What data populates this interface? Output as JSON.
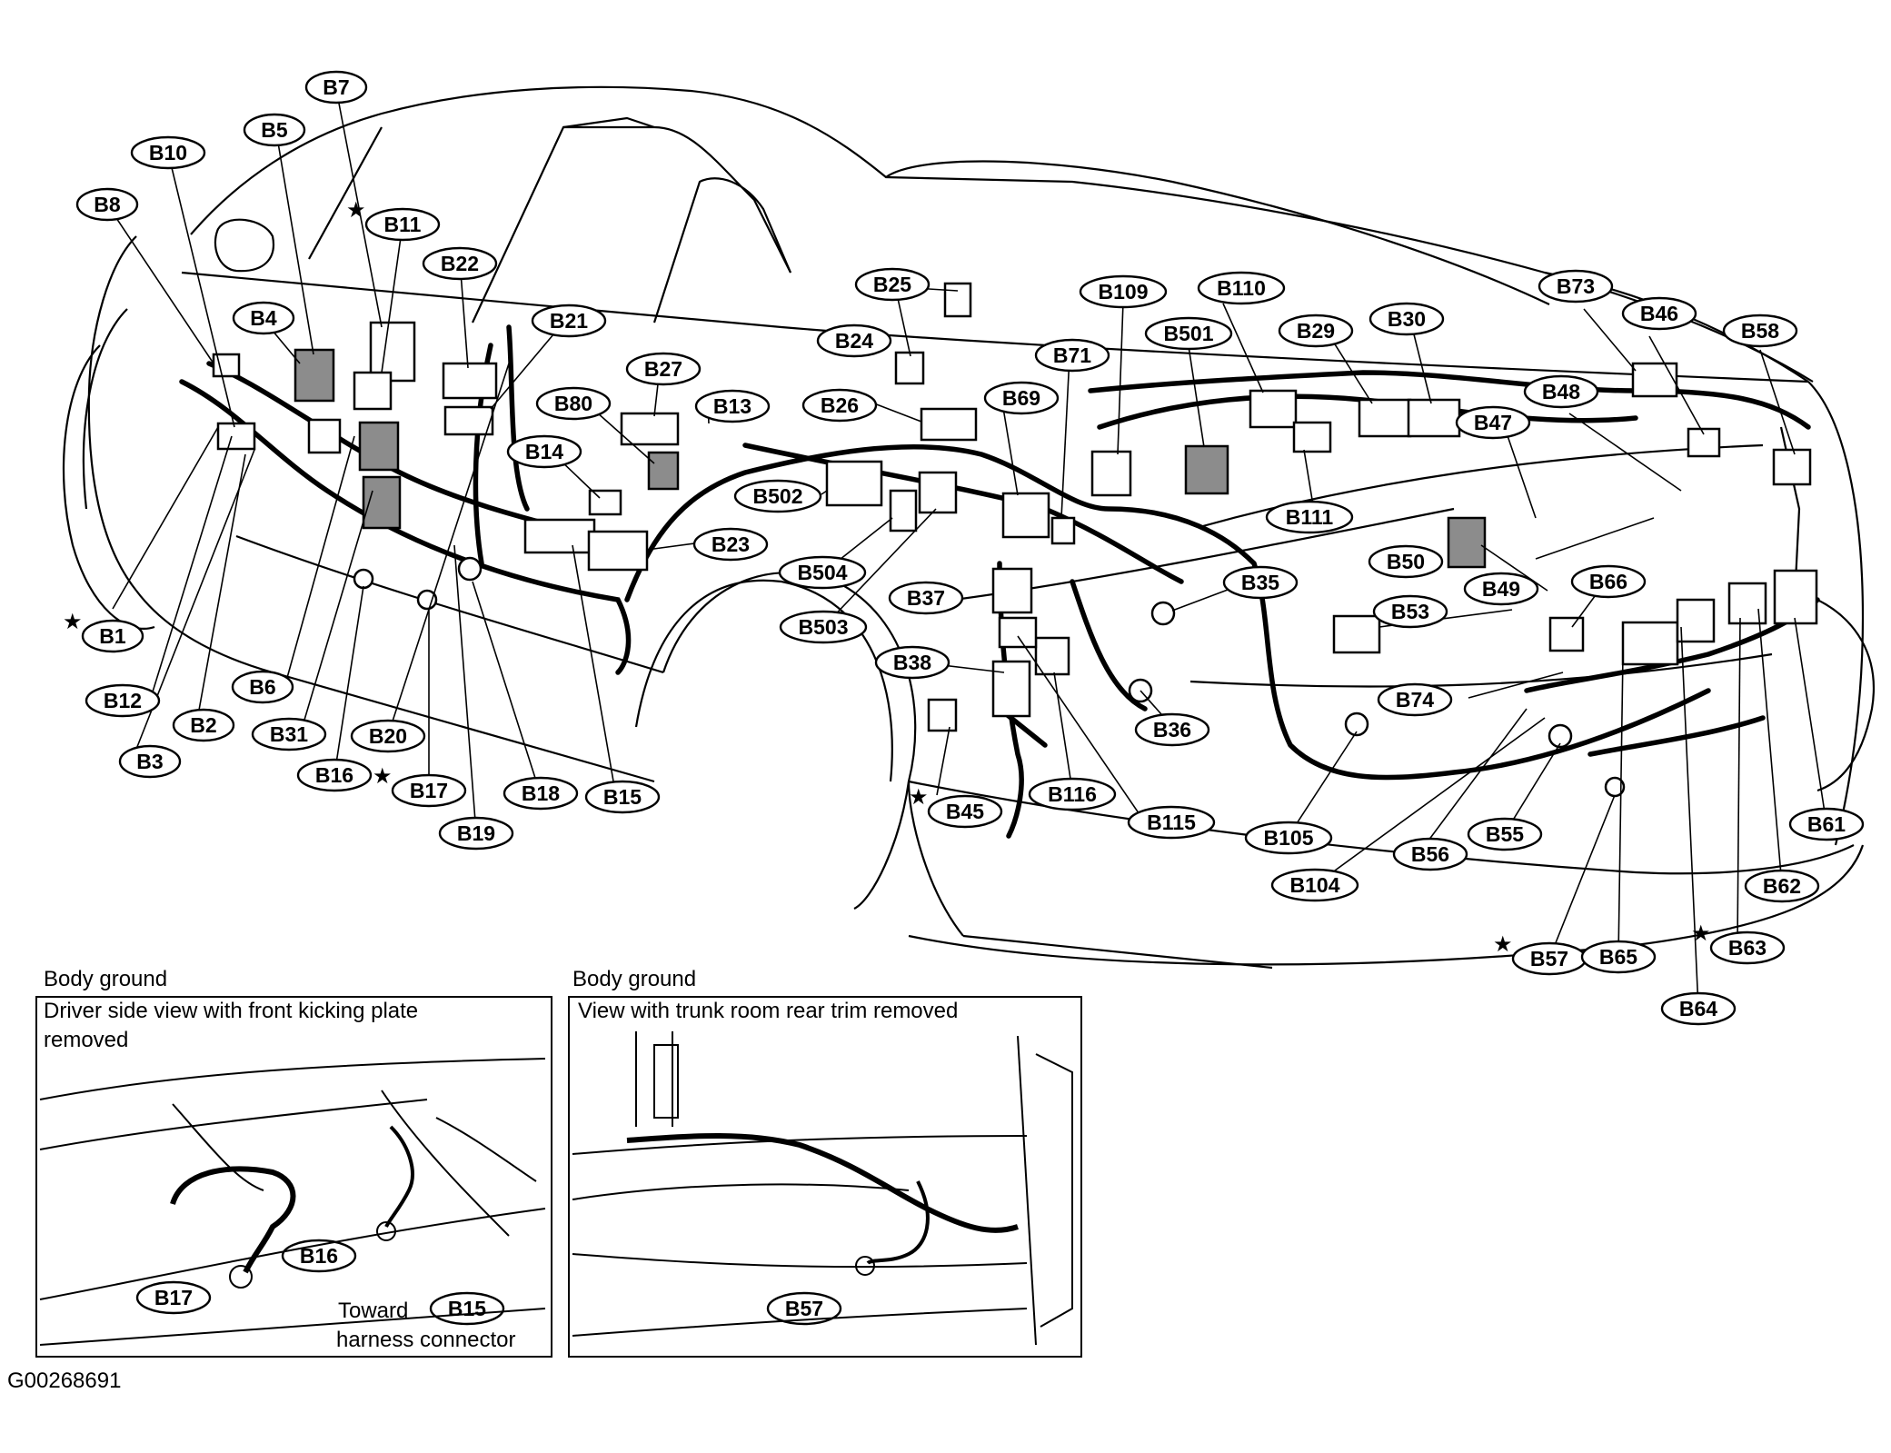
{
  "labels": [
    {
      "id": "B1",
      "star": true
    },
    {
      "id": "B2"
    },
    {
      "id": "B3"
    },
    {
      "id": "B4"
    },
    {
      "id": "B5"
    },
    {
      "id": "B6"
    },
    {
      "id": "B7"
    },
    {
      "id": "B8"
    },
    {
      "id": "B10"
    },
    {
      "id": "B11",
      "star": true
    },
    {
      "id": "B12"
    },
    {
      "id": "B13"
    },
    {
      "id": "B14"
    },
    {
      "id": "B15"
    },
    {
      "id": "B16"
    },
    {
      "id": "B17",
      "star": true
    },
    {
      "id": "B18"
    },
    {
      "id": "B19"
    },
    {
      "id": "B20"
    },
    {
      "id": "B21"
    },
    {
      "id": "B22"
    },
    {
      "id": "B23"
    },
    {
      "id": "B24"
    },
    {
      "id": "B25"
    },
    {
      "id": "B26"
    },
    {
      "id": "B27"
    },
    {
      "id": "B29"
    },
    {
      "id": "B30"
    },
    {
      "id": "B31"
    },
    {
      "id": "B35"
    },
    {
      "id": "B36"
    },
    {
      "id": "B37"
    },
    {
      "id": "B38"
    },
    {
      "id": "B45",
      "star": true
    },
    {
      "id": "B46"
    },
    {
      "id": "B47"
    },
    {
      "id": "B48"
    },
    {
      "id": "B49"
    },
    {
      "id": "B50"
    },
    {
      "id": "B53"
    },
    {
      "id": "B55"
    },
    {
      "id": "B56"
    },
    {
      "id": "B57",
      "star": true
    },
    {
      "id": "B58"
    },
    {
      "id": "B61"
    },
    {
      "id": "B62"
    },
    {
      "id": "B63",
      "star": true
    },
    {
      "id": "B64"
    },
    {
      "id": "B65"
    },
    {
      "id": "B66"
    },
    {
      "id": "B69"
    },
    {
      "id": "B71"
    },
    {
      "id": "B73"
    },
    {
      "id": "B74"
    },
    {
      "id": "B80"
    },
    {
      "id": "B104"
    },
    {
      "id": "B105"
    },
    {
      "id": "B109"
    },
    {
      "id": "B110"
    },
    {
      "id": "B111"
    },
    {
      "id": "B115"
    },
    {
      "id": "B116"
    },
    {
      "id": "B501"
    },
    {
      "id": "B502"
    },
    {
      "id": "B503"
    },
    {
      "id": "B504"
    }
  ],
  "insets": [
    {
      "heading": "Body ground",
      "caption_line1": "Driver side view with front kicking plate",
      "caption_line2": "removed",
      "labels": [
        "B17",
        "B16",
        "B15"
      ],
      "note_line1": "Toward",
      "note_line2": "harness connector"
    },
    {
      "heading": "Body ground",
      "caption_line1": "View with trunk room rear trim removed",
      "labels": [
        "B57"
      ]
    }
  ],
  "figure_code": "G00268691"
}
